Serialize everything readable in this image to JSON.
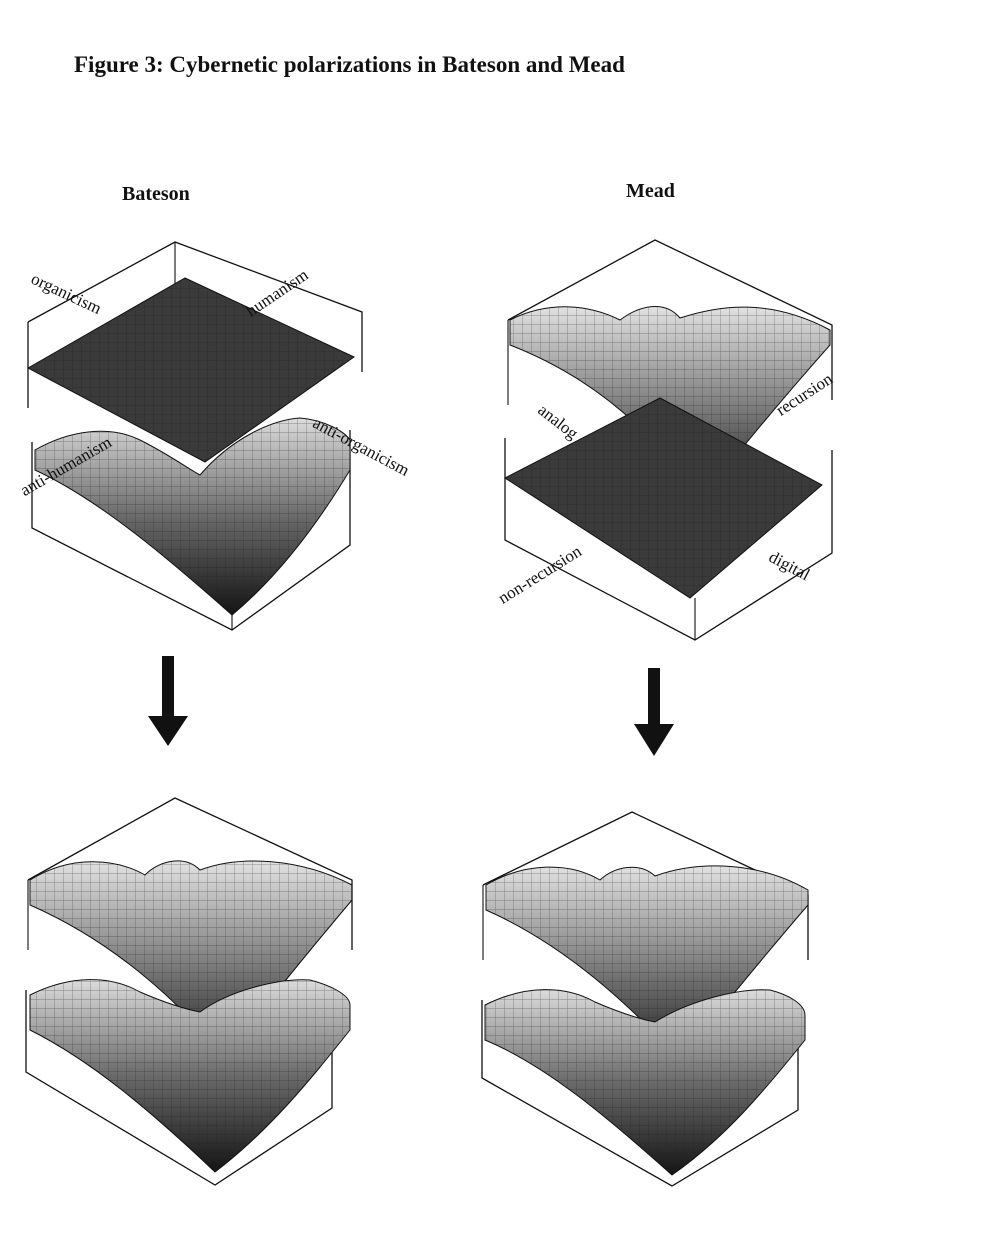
{
  "figure": {
    "title": "Figure 3:  Cybernetic polarizations in Bateson and Mead"
  },
  "columns": {
    "left": {
      "heading": "Bateson"
    },
    "right": {
      "heading": "Mead"
    }
  },
  "labels": {
    "bateson": {
      "organicism": "organicism",
      "humanism": "humanism",
      "anti_organicism": "anti-organicism",
      "anti_humanism": "anti-humanism"
    },
    "mead": {
      "analog": "analog",
      "recursion": "recursion",
      "non_recursion": "non-recursion",
      "digital": "digital"
    }
  },
  "colors": {
    "ink": "#111111",
    "paper": "#ffffff",
    "surface_dark": "#2e2e2e",
    "surface_light": "#d8d8d8"
  }
}
